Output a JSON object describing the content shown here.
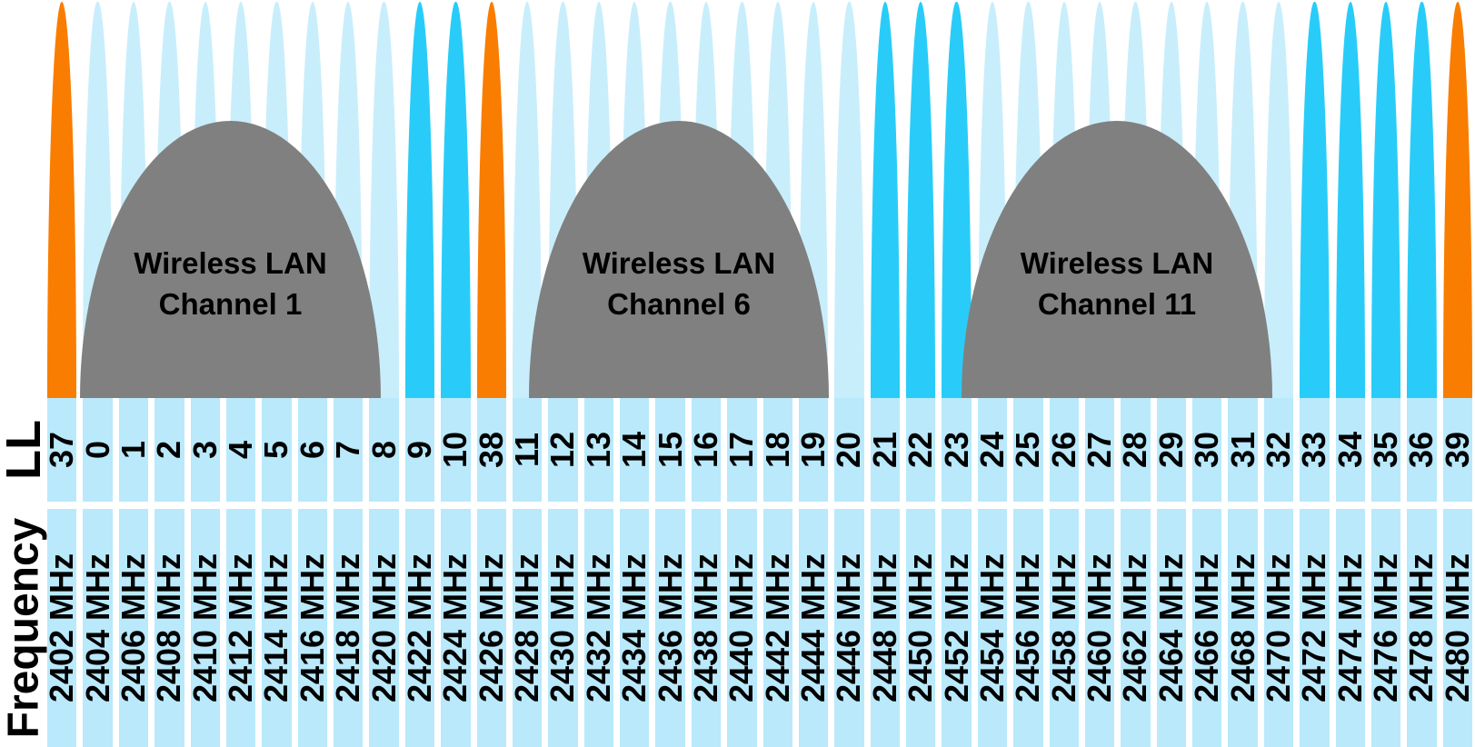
{
  "axis": {
    "ll_label": "LL",
    "frequency_label": "Frequency"
  },
  "colors": {
    "advertising": "#F97D00",
    "data": "#C9EEFB",
    "data_unobstructed": "#29CCF8",
    "wlan_fill": "#808080",
    "cell_fill": "#B9E9FB"
  },
  "wlan_channels": [
    {
      "line1": "Wireless LAN",
      "line2": "Channel 1"
    },
    {
      "line1": "Wireless LAN",
      "line2": "Channel 6"
    },
    {
      "line1": "Wireless LAN",
      "line2": "Channel 11"
    }
  ],
  "channels": [
    {
      "ll": "37",
      "frequency": "2402 MHz",
      "type": "advertising"
    },
    {
      "ll": "0",
      "frequency": "2404 MHz",
      "type": "data"
    },
    {
      "ll": "1",
      "frequency": "2406 MHz",
      "type": "data"
    },
    {
      "ll": "2",
      "frequency": "2408 MHz",
      "type": "data"
    },
    {
      "ll": "3",
      "frequency": "2410 MHz",
      "type": "data"
    },
    {
      "ll": "4",
      "frequency": "2412 MHz",
      "type": "data"
    },
    {
      "ll": "5",
      "frequency": "2414 MHz",
      "type": "data"
    },
    {
      "ll": "6",
      "frequency": "2416 MHz",
      "type": "data"
    },
    {
      "ll": "7",
      "frequency": "2418 MHz",
      "type": "data"
    },
    {
      "ll": "8",
      "frequency": "2420 MHz",
      "type": "data"
    },
    {
      "ll": "9",
      "frequency": "2422 MHz",
      "type": "data_unobstructed"
    },
    {
      "ll": "10",
      "frequency": "2424 MHz",
      "type": "data_unobstructed"
    },
    {
      "ll": "38",
      "frequency": "2426 MHz",
      "type": "advertising"
    },
    {
      "ll": "11",
      "frequency": "2428 MHz",
      "type": "data"
    },
    {
      "ll": "12",
      "frequency": "2430 MHz",
      "type": "data"
    },
    {
      "ll": "13",
      "frequency": "2432 MHz",
      "type": "data"
    },
    {
      "ll": "14",
      "frequency": "2434 MHz",
      "type": "data"
    },
    {
      "ll": "15",
      "frequency": "2436 MHz",
      "type": "data"
    },
    {
      "ll": "16",
      "frequency": "2438 MHz",
      "type": "data"
    },
    {
      "ll": "17",
      "frequency": "2440 MHz",
      "type": "data"
    },
    {
      "ll": "18",
      "frequency": "2442 MHz",
      "type": "data"
    },
    {
      "ll": "19",
      "frequency": "2444 MHz",
      "type": "data"
    },
    {
      "ll": "20",
      "frequency": "2446 MHz",
      "type": "data"
    },
    {
      "ll": "21",
      "frequency": "2448 MHz",
      "type": "data_unobstructed"
    },
    {
      "ll": "22",
      "frequency": "2450 MHz",
      "type": "data_unobstructed"
    },
    {
      "ll": "23",
      "frequency": "2452 MHz",
      "type": "data_unobstructed"
    },
    {
      "ll": "24",
      "frequency": "2454 MHz",
      "type": "data"
    },
    {
      "ll": "25",
      "frequency": "2456 MHz",
      "type": "data"
    },
    {
      "ll": "26",
      "frequency": "2458 MHz",
      "type": "data"
    },
    {
      "ll": "27",
      "frequency": "2460 MHz",
      "type": "data"
    },
    {
      "ll": "28",
      "frequency": "2462 MHz",
      "type": "data"
    },
    {
      "ll": "29",
      "frequency": "2464 MHz",
      "type": "data"
    },
    {
      "ll": "30",
      "frequency": "2466 MHz",
      "type": "data"
    },
    {
      "ll": "31",
      "frequency": "2468 MHz",
      "type": "data"
    },
    {
      "ll": "32",
      "frequency": "2470 MHz",
      "type": "data"
    },
    {
      "ll": "33",
      "frequency": "2472 MHz",
      "type": "data_unobstructed"
    },
    {
      "ll": "34",
      "frequency": "2474 MHz",
      "type": "data_unobstructed"
    },
    {
      "ll": "35",
      "frequency": "2476 MHz",
      "type": "data_unobstructed"
    },
    {
      "ll": "36",
      "frequency": "2478 MHz",
      "type": "data_unobstructed"
    },
    {
      "ll": "39",
      "frequency": "2480 MHz",
      "type": "advertising"
    }
  ]
}
